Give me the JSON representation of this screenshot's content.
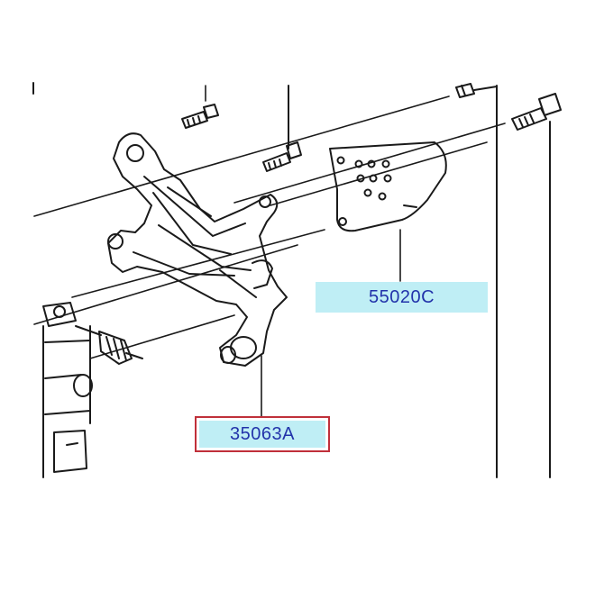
{
  "diagram": {
    "colors": {
      "background": "#ffffff",
      "line_art": "#1a1a1a",
      "label_fill": "#bfeef5",
      "label_text": "#2233aa",
      "highlight_border": "#c0303a"
    },
    "callouts": [
      {
        "id": "55020C",
        "text": "55020C",
        "highlighted": false
      },
      {
        "id": "35063A",
        "text": "35063A",
        "highlighted": true
      }
    ]
  }
}
